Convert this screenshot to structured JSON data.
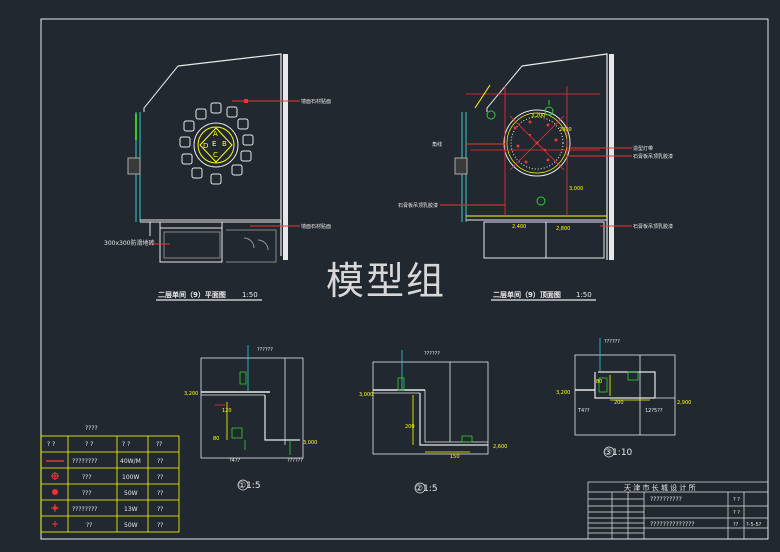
{
  "watermark": "模型组",
  "plan": {
    "title": "二层单间（9）平面图",
    "scale": "1:50",
    "table_labels": [
      "A",
      "B",
      "C",
      "D",
      "E"
    ],
    "callout_1": "墙面石材贴面",
    "callout_2": "墙面石材贴面",
    "callout_3": "300x300防滑地砖"
  },
  "ceiling": {
    "title": "二层单间（9）顶面图",
    "scale": "1:50",
    "dim_3200": "3,200",
    "dim_2000": "2000",
    "dim_3000": "3,000",
    "dim_2400": "2,400",
    "dim_2800": "2,800",
    "callout_left_top": "角线",
    "callout_left_bottom": "石膏板吊顶乳胶漆",
    "callout_right_1": "造型灯带",
    "callout_right_2": "石膏板吊顶乳胶漆",
    "callout_right_3": "石膏板吊顶乳胶漆"
  },
  "details": [
    {
      "label": "①1:5",
      "elev_left": "3,200",
      "elev_right": "3,000",
      "top_note": "??????",
      "bottom_note_a": "?4??",
      "bottom_note_b": "??????",
      "dim_a": "120",
      "dim_b": "80"
    },
    {
      "label": "②1:5",
      "elev_left": "3,000",
      "elev_right": "2,600",
      "top_note": "??????",
      "dim_a": "200",
      "dim_b": "150"
    },
    {
      "label": "③1:10",
      "elev_left": "3,200",
      "elev_right": "2,900",
      "top_note": "??????",
      "dim_a": "80",
      "dim_b": "200",
      "bottom_note_a": "T4??",
      "bottom_note_b": "12?5??"
    }
  ],
  "legend": {
    "title": "????",
    "headers": [
      "? ?",
      "? ?",
      "? ?",
      "??"
    ],
    "rows": [
      {
        "name": "????????",
        "watt": "40W/M",
        "qty": "??"
      },
      {
        "name": "???",
        "watt": "100W",
        "qty": "??"
      },
      {
        "name": "???",
        "watt": "50W",
        "qty": "??"
      },
      {
        "name": "????????",
        "watt": "13W",
        "qty": "??"
      },
      {
        "name": "??",
        "watt": "50W",
        "qty": "??"
      }
    ]
  },
  "title_block": {
    "company": "天 津 市 长 城 设 计 所",
    "project": "??????????",
    "drawing": "??????????????",
    "field_a": "? ?",
    "field_b": "? ?",
    "field_c": "??",
    "field_d": "?-5-5?"
  }
}
